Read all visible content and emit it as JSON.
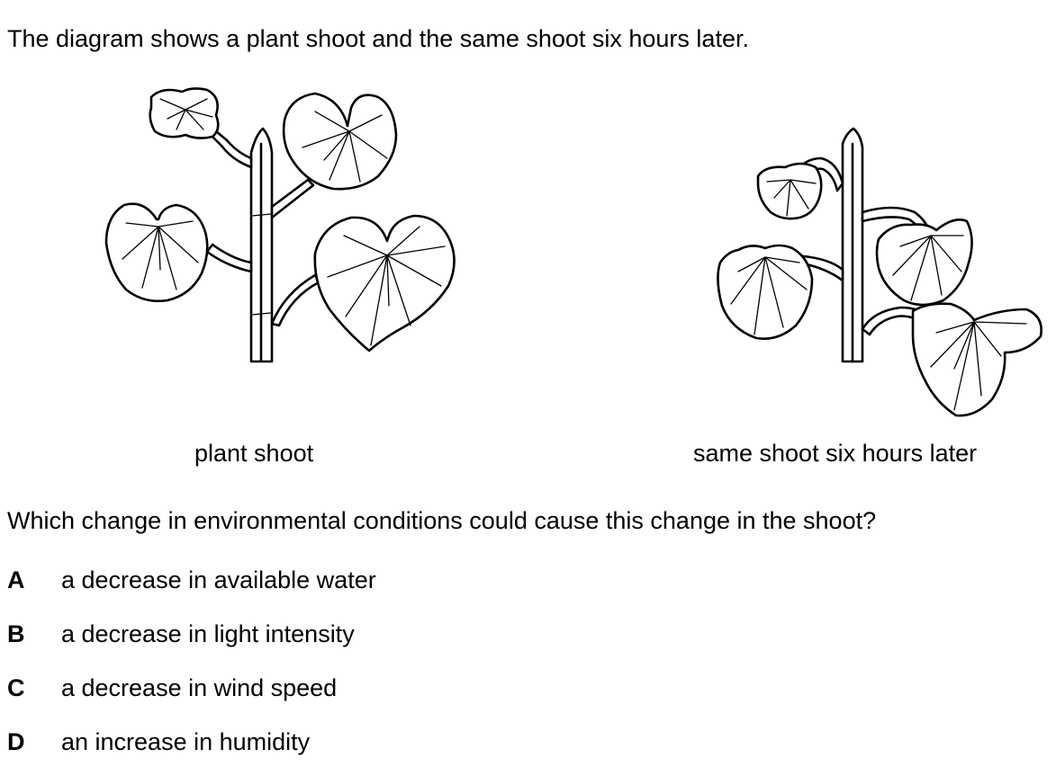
{
  "question": {
    "intro": "The diagram shows a plant shoot and the same shoot six hours later.",
    "prompt": "Which change in environmental conditions could cause this change in the shoot?"
  },
  "diagram": {
    "left_caption": "plant shoot",
    "right_caption": "same shoot six hours later"
  },
  "options": [
    {
      "letter": "A",
      "text": "a decrease in available water"
    },
    {
      "letter": "B",
      "text": "a decrease in light intensity"
    },
    {
      "letter": "C",
      "text": "a decrease in wind speed"
    },
    {
      "letter": "D",
      "text": "an increase in humidity"
    }
  ]
}
